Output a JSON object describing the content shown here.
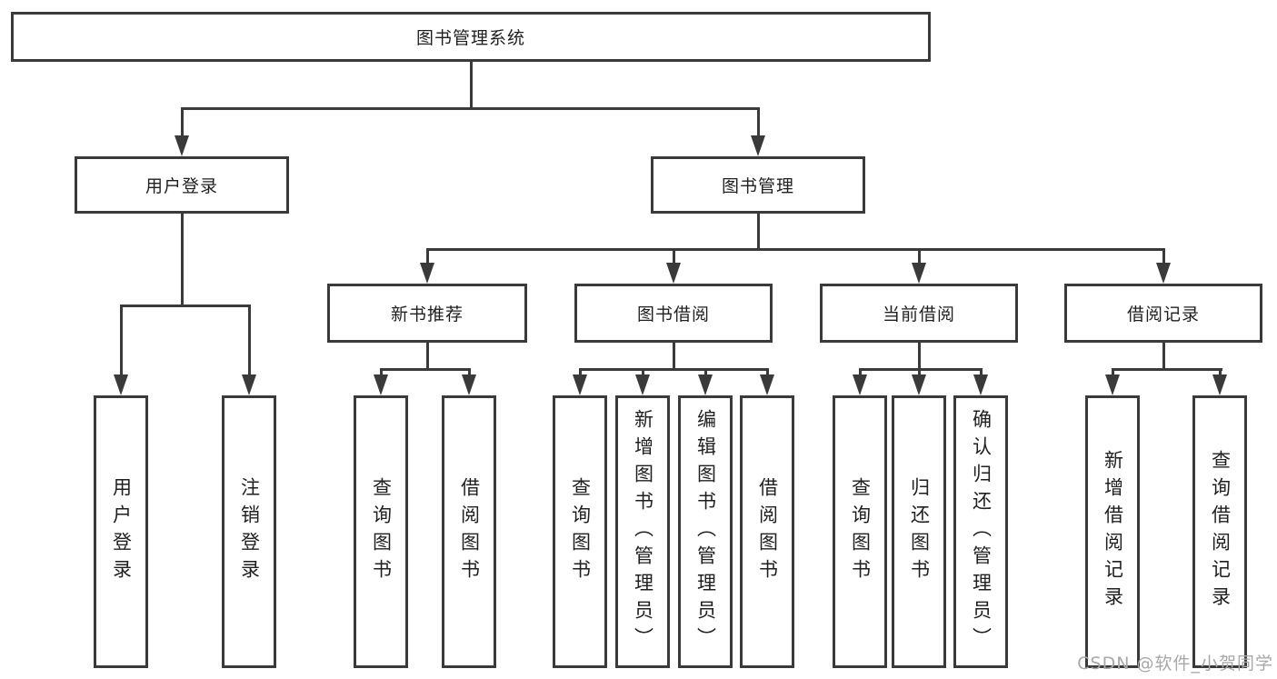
{
  "diagram_type": "hierarchy-functional-structure",
  "tree": {
    "label": "图书管理系统",
    "children": [
      {
        "label": "用户登录",
        "children": [
          {
            "label": "用户登录"
          },
          {
            "label": "注销登录"
          }
        ]
      },
      {
        "label": "图书管理",
        "children": [
          {
            "label": "新书推荐",
            "children": [
              {
                "label": "查询图书"
              },
              {
                "label": "借阅图书"
              }
            ]
          },
          {
            "label": "图书借阅",
            "children": [
              {
                "label": "查询图书"
              },
              {
                "label": "新增图书（管理员）"
              },
              {
                "label": "编辑图书（管理员）"
              },
              {
                "label": "借阅图书"
              }
            ]
          },
          {
            "label": "当前借阅",
            "children": [
              {
                "label": "查询图书"
              },
              {
                "label": "归还图书"
              },
              {
                "label": "确认归还（管理员）"
              }
            ]
          },
          {
            "label": "借阅记录",
            "children": [
              {
                "label": "新增借阅记录"
              },
              {
                "label": "查询借阅记录"
              }
            ]
          }
        ]
      }
    ]
  },
  "watermark": "CSDN @软件_小贺同学",
  "colors": {
    "line": "#3a3a3a",
    "text": "#1f1f1f",
    "watermark": "#a8a8a8",
    "background": "#ffffff"
  }
}
